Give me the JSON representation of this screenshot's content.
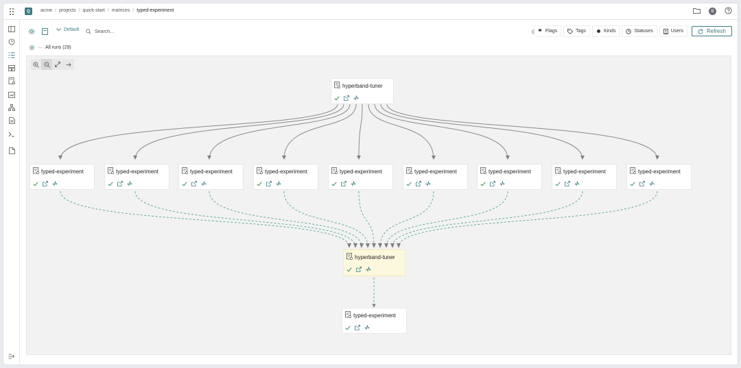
{
  "breadcrumb": [
    {
      "label": "acme"
    },
    {
      "label": "projects"
    },
    {
      "label": "quick-start"
    },
    {
      "label": "matrices"
    },
    {
      "label": "typed-experiment"
    }
  ],
  "user": {
    "initial": "B"
  },
  "logo": {
    "letter": "Q"
  },
  "toolbar": {
    "preset_label": "Default",
    "search_placeholder": "Search...",
    "filters": [
      "Flags",
      "Tags",
      "Kinds",
      "Statuses",
      "Users"
    ],
    "refresh_label": "Refresh"
  },
  "runs": {
    "label": "All runs (29)"
  },
  "dag": {
    "root": {
      "name": "hyperband-tuner",
      "status": "done"
    },
    "children": [
      {
        "name": "typed-experiment"
      },
      {
        "name": "typed-experiment"
      },
      {
        "name": "typed-experiment"
      },
      {
        "name": "typed-experiment"
      },
      {
        "name": "typed-experiment"
      },
      {
        "name": "typed-experiment"
      },
      {
        "name": "typed-experiment"
      },
      {
        "name": "typed-experiment"
      },
      {
        "name": "typed-experiment"
      }
    ],
    "join": {
      "name": "hyperband-tuner",
      "selected": true
    },
    "final": {
      "name": "typed-experiment"
    }
  },
  "colors": {
    "accent": "#3c7a83",
    "selected_node": "#fcf8de",
    "dashed_edge": "#5aa497",
    "solid_edge": "#8a8a8a"
  }
}
